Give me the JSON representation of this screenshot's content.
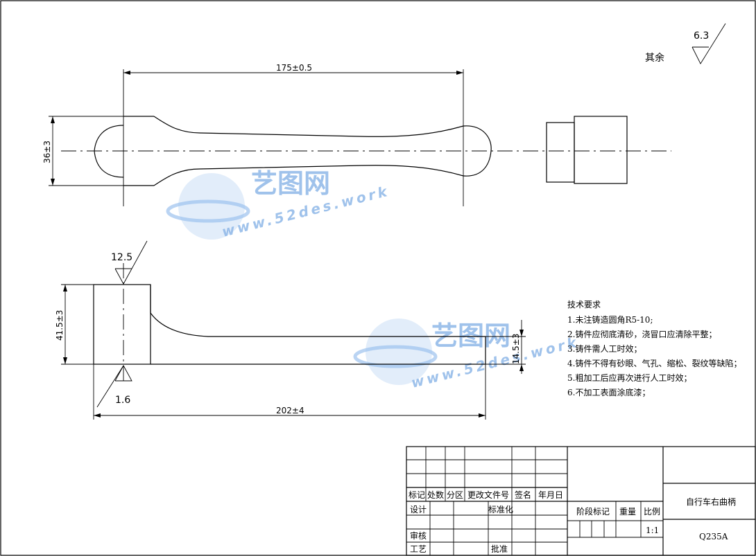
{
  "roughness": {
    "general_label": "其余",
    "general_value": "6.3",
    "top_value": "12.5",
    "bottom_value": "1.6"
  },
  "dimensions": {
    "length_top": "175±0.5",
    "head_height": "36±3",
    "side_height": "41.5±3",
    "arm_thickness": "14.5±3",
    "overall_length": "202±4"
  },
  "notes": {
    "title": "技术要求",
    "items": [
      "1.未注铸造圆角R5-10;",
      "2.铸件应彻底清砂，浇冒口应清除平整；",
      "3.铸件需人工时效；",
      "4.铸件不得有砂眼、气孔、缩松、裂纹等缺陷；",
      "5.粗加工后应再次进行人工时效；",
      "6.不加工表面涂底漆；"
    ]
  },
  "title_block": {
    "headers": [
      "标记",
      "处数",
      "分区",
      "更改文件号",
      "签名",
      "年月日"
    ],
    "design": "设计",
    "standardize": "标准化",
    "review": "审核",
    "process": "工艺",
    "approve": "批准",
    "stage_mark": "阶段标记",
    "weight": "重量",
    "scale_label": "比例",
    "scale_value": "1:1",
    "part_name": "自行车右曲柄",
    "material": "Q235A"
  },
  "watermark": {
    "logo": "艺图网",
    "url": "www.52des.work"
  }
}
